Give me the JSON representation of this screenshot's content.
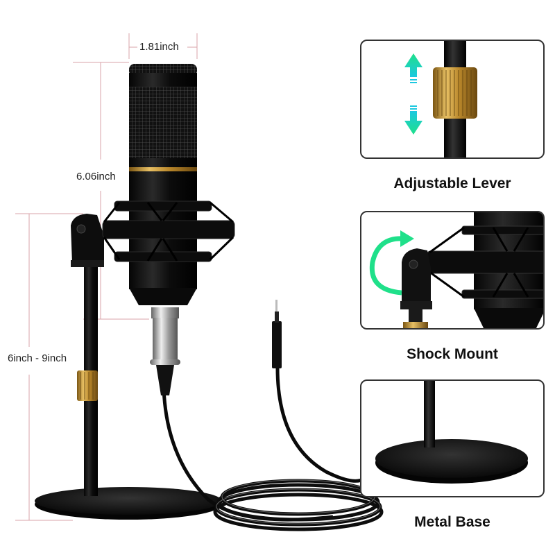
{
  "dimensions": {
    "width_label": "1.81inch",
    "mic_height_label": "6.06inch",
    "stand_height_label": "6inch - 9inch",
    "line_color": "#d9a3a8"
  },
  "features": [
    {
      "id": "adjustable-lever",
      "caption": "Adjustable Lever",
      "arrow_color": "#1fe08a"
    },
    {
      "id": "shock-mount",
      "caption": "Shock Mount",
      "arrow_color": "#1fe08a"
    },
    {
      "id": "metal-base",
      "caption": "Metal Base"
    }
  ],
  "colors": {
    "body": "#111111",
    "gold": "#c8962e",
    "silver": "#b8b8b8",
    "panel_border": "#333333"
  }
}
